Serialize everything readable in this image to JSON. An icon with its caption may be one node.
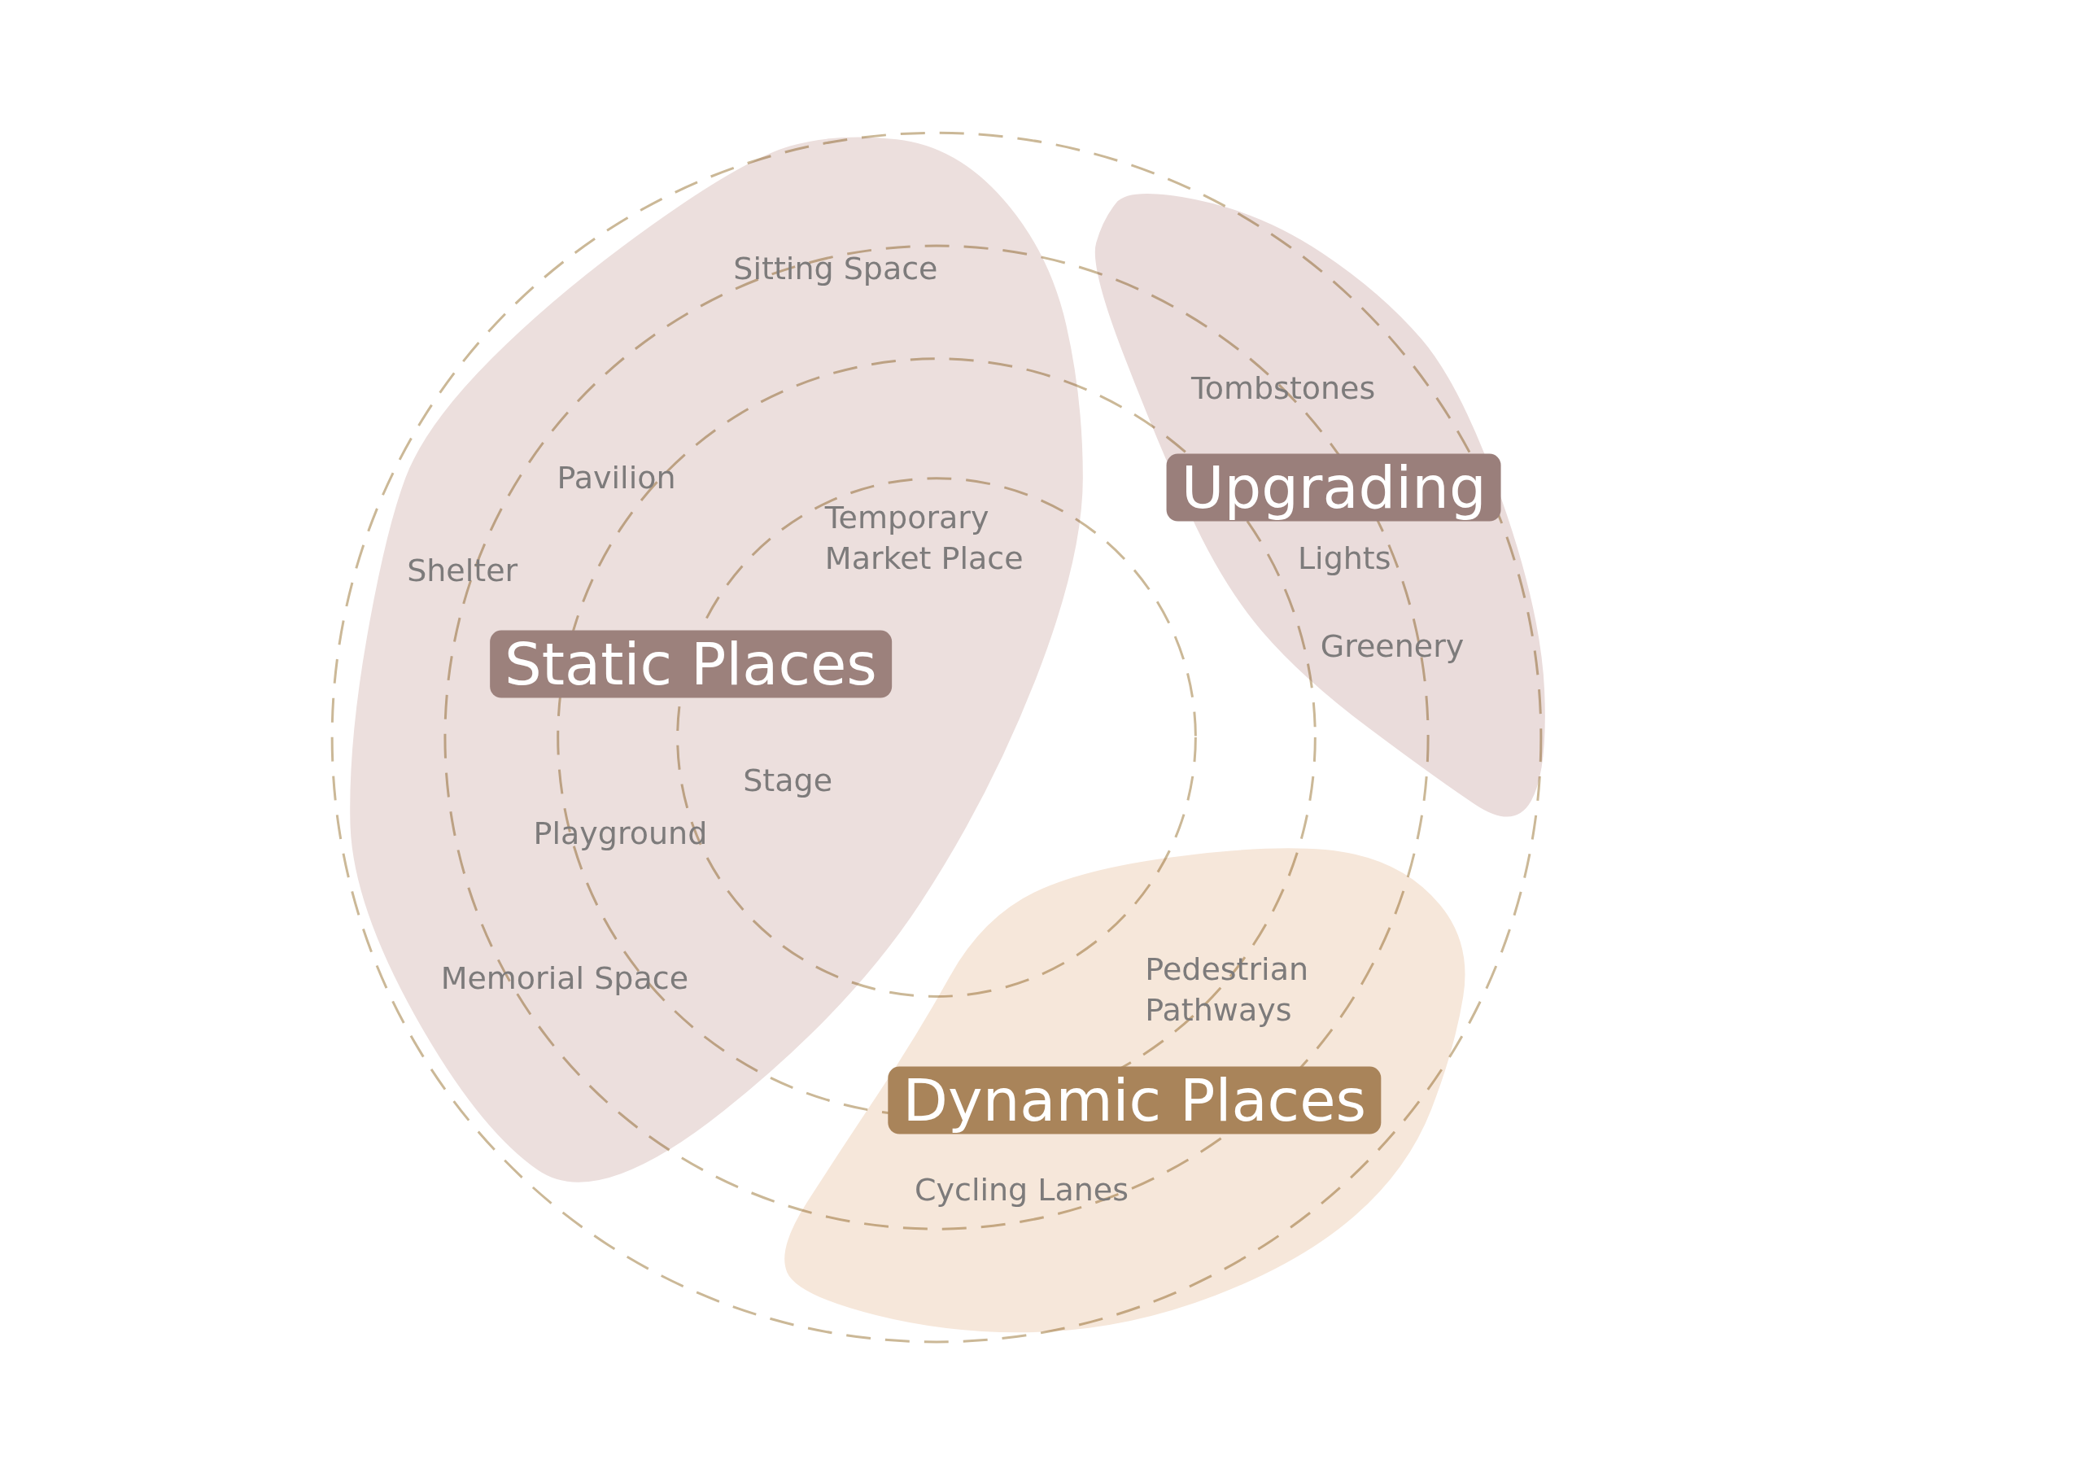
{
  "diagram": {
    "nodes": [
      {
        "text": [
          "Sitting Space",
          "Pavilion",
          "Temporary Market Place",
          "Shelter",
          "Static Places",
          "Stage",
          "Playground",
          "Memorial Space"
        ]
      },
      {
        "text": [
          "Tombstones",
          "Upgrading",
          "Lights",
          "Greenery"
        ]
      },
      {
        "text": [
          "Pedestrian Pathways",
          "Dynamic Places",
          "Cycling Lanes"
        ]
      }
    ],
    "edges": []
  }
}
